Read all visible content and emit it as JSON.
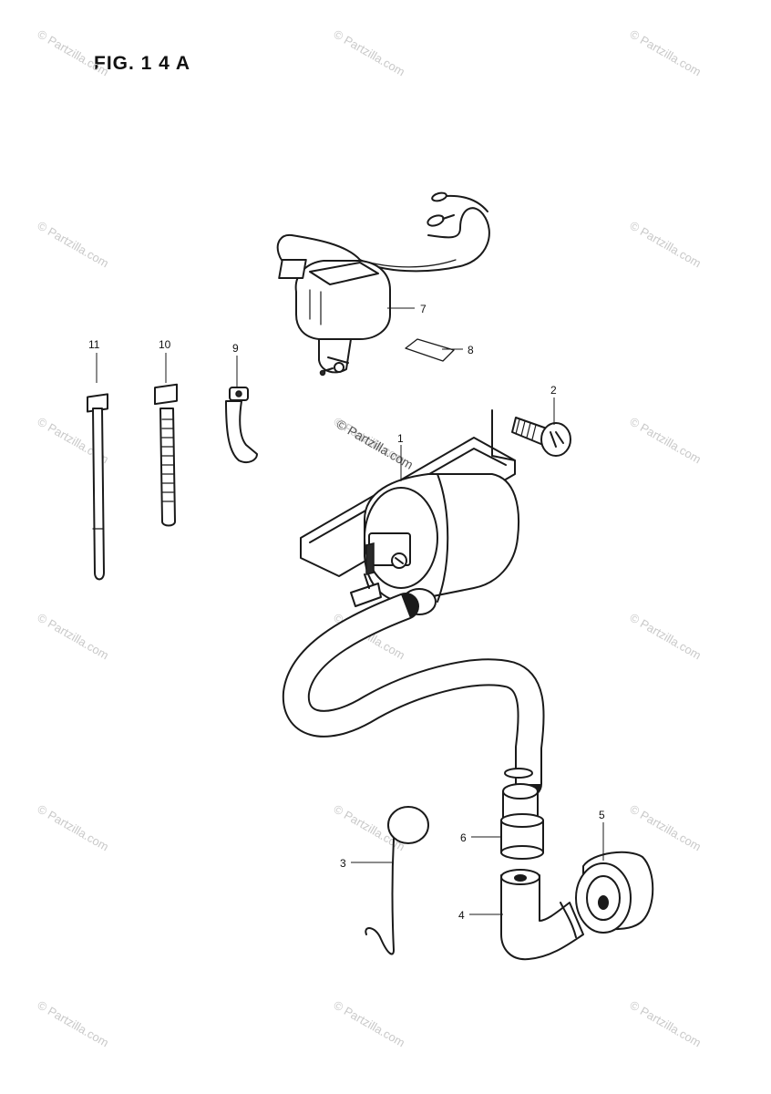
{
  "figure": {
    "title": "FIG. 1 4 A"
  },
  "watermark": {
    "text": "© Partzilla.com"
  },
  "parts": [
    {
      "id": "part-1",
      "number": "1"
    },
    {
      "id": "part-2",
      "number": "2"
    },
    {
      "id": "part-3",
      "number": "3"
    },
    {
      "id": "part-4",
      "number": "4"
    },
    {
      "id": "part-5",
      "number": "5"
    },
    {
      "id": "part-6",
      "number": "6"
    },
    {
      "id": "part-7",
      "number": "7"
    },
    {
      "id": "part-8",
      "number": "8"
    },
    {
      "id": "part-9",
      "number": "9"
    },
    {
      "id": "part-10",
      "number": "10"
    },
    {
      "id": "part-11",
      "number": "11"
    }
  ]
}
